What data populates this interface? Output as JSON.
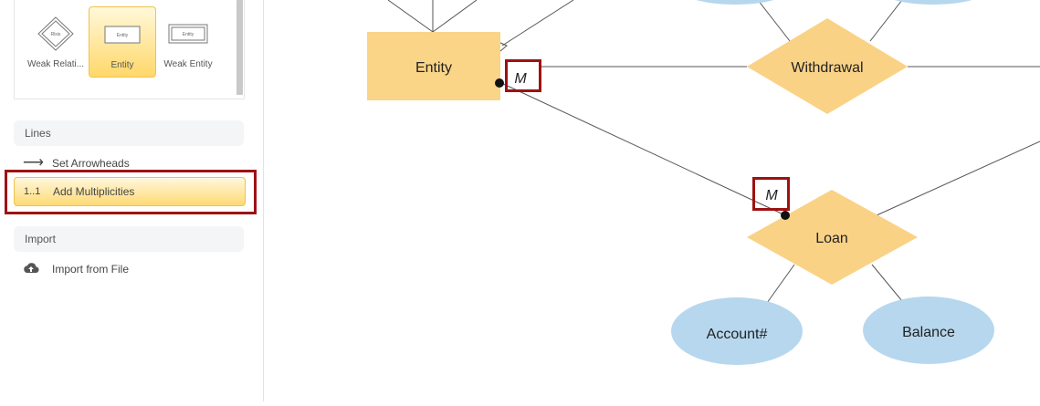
{
  "shapes_panel": {
    "items": [
      {
        "label": "Weak Relati...",
        "thumb_text": "Rlsis",
        "active": false
      },
      {
        "label": "Entity",
        "thumb_text": "Entity",
        "active": true
      },
      {
        "label": "Weak Entity",
        "thumb_text": "Entity",
        "active": false
      }
    ]
  },
  "lines_section": {
    "header": "Lines",
    "items": [
      {
        "icon": "arrow-right-icon",
        "icon_text": "⟶",
        "label": "Set Arrowheads"
      },
      {
        "icon": "multiplicity-icon",
        "icon_text": "1..1",
        "label": "Add Multiplicities",
        "active": true
      }
    ]
  },
  "import_section": {
    "header": "Import",
    "items": [
      {
        "icon": "cloud-upload-icon",
        "label": "Import from File"
      }
    ]
  },
  "diagram": {
    "entity_label": "Entity",
    "relationship_withdrawal": "Withdrawal",
    "relationship_loan": "Loan",
    "attribute_account": "Account#",
    "attribute_balance": "Balance",
    "multiplicity_1": "M",
    "multiplicity_2": "M"
  },
  "colors": {
    "entity_fill": "#fad487",
    "relationship_fill": "#fad286",
    "attribute_fill": "#b6d7ee",
    "highlight": "#9d1212",
    "active_gradient_end": "#ffd86b"
  }
}
